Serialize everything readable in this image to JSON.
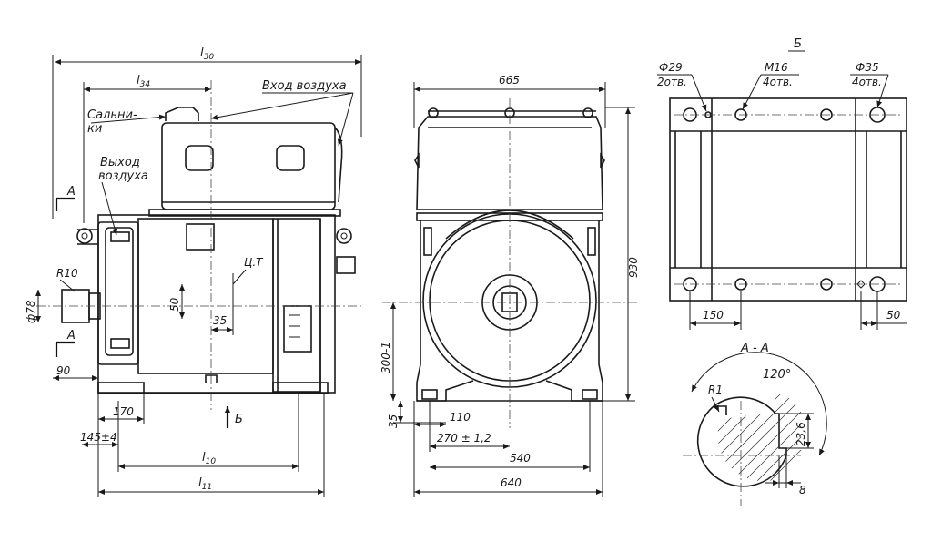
{
  "side_view": {
    "overall_length_label": "l",
    "overall_length_sub": "30",
    "partial_length_label": "l",
    "partial_length_sub": "34",
    "l10_label": "l",
    "l10_sub": "10",
    "l11_label": "l",
    "l11_sub": "11",
    "air_inlet": "Вход воздуха",
    "glands_line1": "Сальни-",
    "glands_line2": "ки",
    "air_outlet_line1": "Выход",
    "air_outlet_line2": "воздуха",
    "section_mark_top": "А",
    "section_mark_bottom": "А",
    "center_of_gravity": "Ц.Т",
    "radius": "R10",
    "shaft_dia": "ф78",
    "dim_90": "90",
    "dim_50": "50",
    "dim_35": "35",
    "dim_170": "170",
    "dim_145": "145±4",
    "view_arrow": "Б"
  },
  "front_view": {
    "width_top": "665",
    "height": "930",
    "axis_height": "300-1",
    "dim_35": "35",
    "dim_110": "110",
    "dim_270": "270 ± 1,2",
    "dim_540": "540",
    "dim_640": "640"
  },
  "plan_view": {
    "title": "Б",
    "hole1_dia": "Ф29",
    "hole1_count": "2отв.",
    "hole2_thread": "М16",
    "hole2_count": "4отв.",
    "hole3_dia": "Ф35",
    "hole3_count": "4отв.",
    "dim_150": "150",
    "dim_50": "50"
  },
  "section_view": {
    "title": "А - А",
    "angle": "120°",
    "radius": "R1",
    "dim_23_6": "23,6",
    "dim_8": "8"
  }
}
